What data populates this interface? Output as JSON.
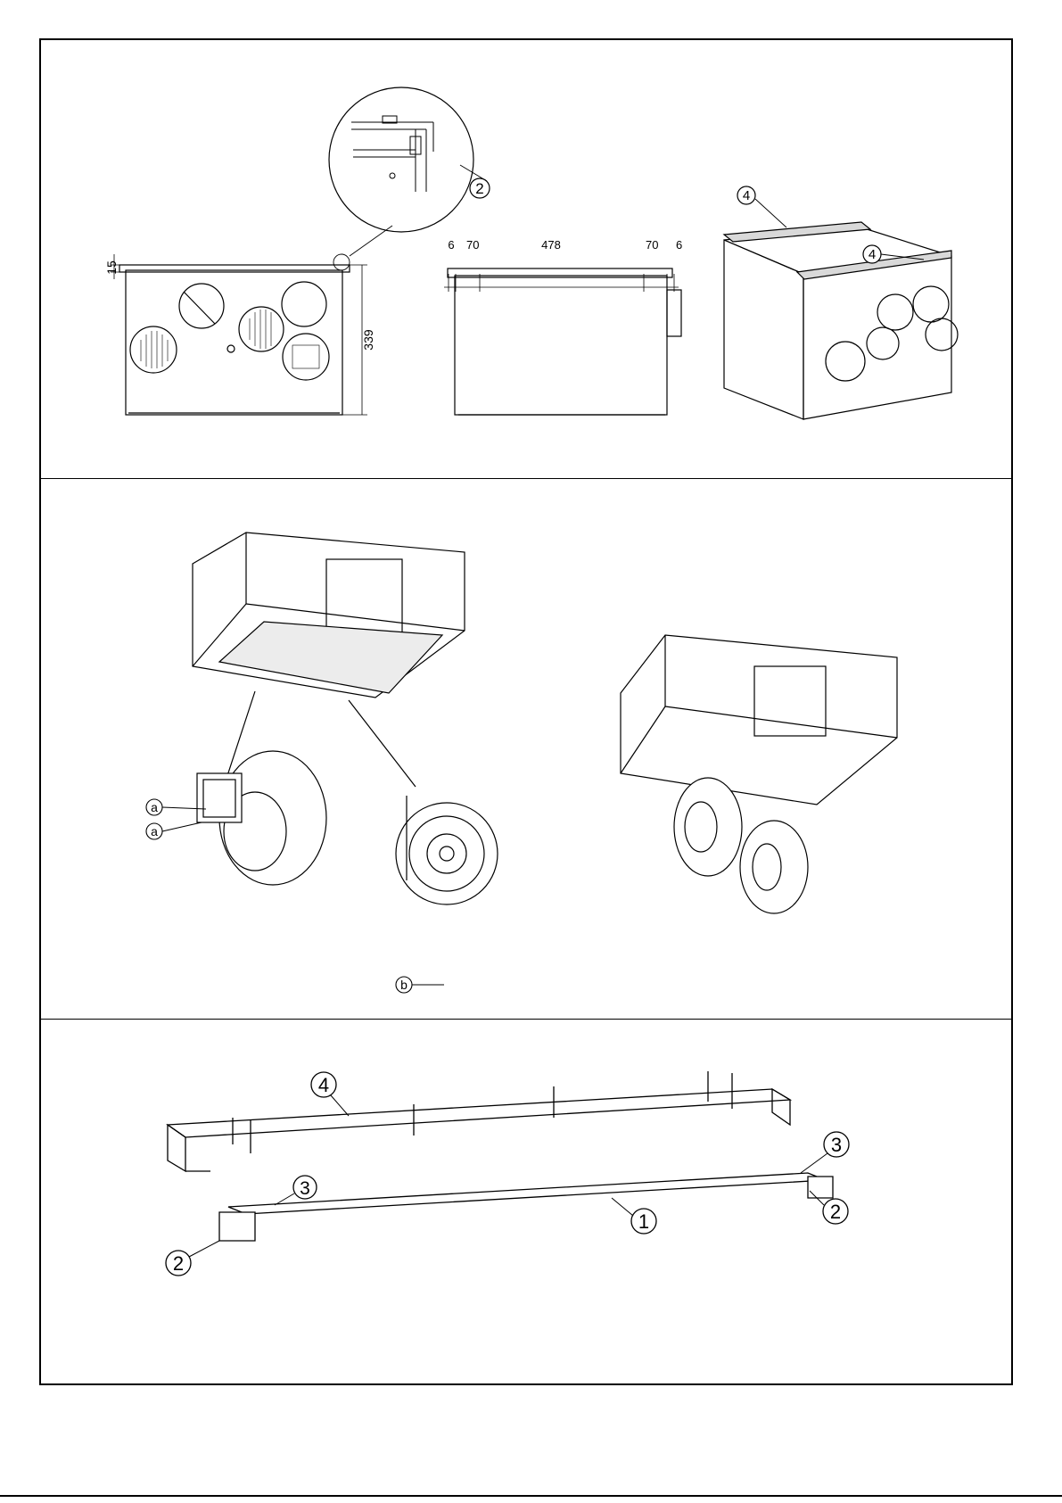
{
  "dimensions": {
    "height_top": "15",
    "height_total": "339",
    "side_left_gap": "6",
    "side_left_rail": "70",
    "side_center": "478",
    "side_right_rail": "70",
    "side_right_gap": "6"
  },
  "callouts": {
    "detail_bracket": "2",
    "rail_top": "4",
    "rail_front": "4",
    "fan_a1": "a",
    "fan_a2": "a",
    "fan_b": "b",
    "part_rail": "4",
    "part_bracket_top": "3",
    "part_bracket_right": "2",
    "part_bolt_left": "3",
    "part_bar": "1",
    "part_bracket_left": "2"
  },
  "colors": {
    "line": "#000000",
    "fill": "#ffffff",
    "shade": "#d9d9d9",
    "dark": "#333333"
  }
}
